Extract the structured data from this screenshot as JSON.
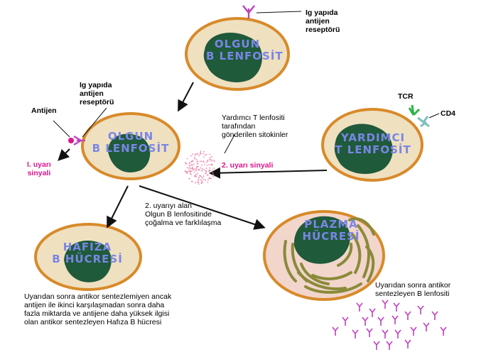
{
  "labels": {
    "ig_receptor_top": [
      "Ig yapıda",
      "antijen",
      "reseptörü"
    ],
    "ig_receptor_left": [
      "Ig yapıda",
      "antijen",
      "reseptörü"
    ],
    "antigen": "Antijen",
    "tcr": "TCR",
    "cd4": "CD4",
    "first_signal": [
      "I. uyarı",
      "sinyali"
    ],
    "second_signal": "2. uyarı sinyali",
    "cytokines": [
      "Yardımcı T lenfositi",
      "tarafından",
      "gönderilen sitokinler"
    ],
    "proliferation": [
      "2. uyarıyı alan",
      "Olgun B lenfositinde",
      "çoğalma ve farklılaşma"
    ],
    "memory_desc": [
      "Uyarıdan sonra antikor sentezlemiyen ancak",
      "antijen ile ikinci karşılaşmadan sonra daha",
      "fazla miktarda ve antijene daha yüksek ilgisi",
      "olan antikor sentezleyen Hafıza B hücresi"
    ],
    "plasma_desc": [
      "Uyarıdan sonra antikor",
      "sentezleyen B lenfositi"
    ]
  },
  "cells": {
    "mature_top": [
      "OLGUN",
      "B LENFOSİT"
    ],
    "mature_mid": [
      "OLGUN",
      "B LENFOSİT"
    ],
    "helper_t": [
      "YARDIMCI",
      "T LENFOSİT"
    ],
    "memory_b": [
      "HAFIZA",
      "B HÜCRESİ"
    ],
    "plasma": [
      "PLAZMA",
      "HÜCRESİ"
    ]
  },
  "colors": {
    "cell_fill": "#efe0c0",
    "cell_border": "#d88a2a",
    "nucleus": "#1f5a3a",
    "antibody": "#c040c0",
    "magenta": "#e0148c",
    "cell_text": "#7a86e6",
    "er": "#8a8a3a",
    "plasma_fill": "#f2d6cc"
  }
}
